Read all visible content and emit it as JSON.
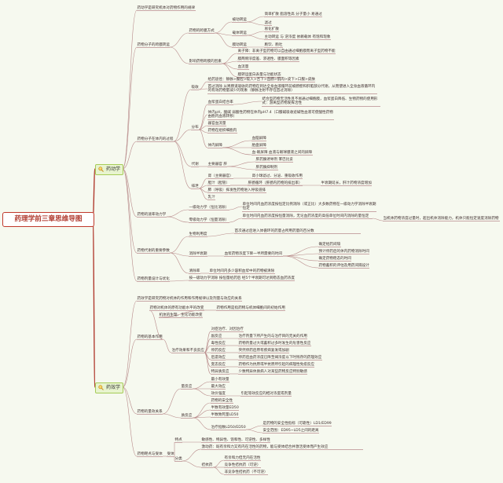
{
  "root": {
    "label": "药理学前三章思维导图"
  },
  "pharmacodynamics": {
    "label": "药动学",
    "nodes": {
      "intro": "药动学是研究机体对药物作用的规律",
      "transmembrane": "药物分子的跨膜转运",
      "tm_ways": "药物的跨膜方式",
      "passive": "被动转运",
      "passive_a": "简单扩散 脂溶性高 分子量小 易通过",
      "passive_b": "滤过",
      "carrier": "载体转运",
      "carrier_a": "易化扩散",
      "carrier_b": "主动转运 与 逆浓度 依赖载体 有饱和现象",
      "membrane_move": "膜动转运",
      "membrane_move_a": "胞饮、胞吐",
      "factors": "影响药物跨膜的因素",
      "factor_1": "离子障：非离子型药物可以自由通过细胞膜而离子型药物不能",
      "factor_2": "膜两侧浓度差、渗透性、膜面积等因素",
      "factor_3": "血流量",
      "factor_4": "膜转运蛋白表量与功能状态",
      "in_vivo": "药物分子在体内的过程",
      "absorption": "吸收",
      "abs_1": "给药途径：静脉>腹腔>吸入>舌下>直肠>肌肉>皮下>口服>皮肤",
      "abs_2": "首过消除 从胃肠道吸收的药物在到达全身血液循环前被肠壁和肝脏部分代谢，从而使进入全身血液循环内的有效药物量减少的现象（静脉注射不存在首过消除）",
      "distribution": "分布",
      "dis_1": "血浆蛋白结合率",
      "dis_1a": "结合型药物无活性且不易通过细胞膜，血浆蛋白降低、生物药物的使用形式：游离型药物发挥活性",
      "dis_2": "体内pH，酸碱 弱酸性药物在体内pH7.4（口服碱吸收迹碱性血液可使酸性药物由胞内血液转移）",
      "dis_3": "器官血流量",
      "dis_4": "药物在组织细胞内",
      "dis_5": "体内屏障",
      "dis_5a": "血脑屏障",
      "dis_5b": "胎盘屏障",
      "dis_5c": "血-眼屏障 血液与眼球膜液之间的屏障",
      "metabolism": "代谢",
      "met_1": "主要器官 肝",
      "met_1a": "肝药酶诱导剂 苯巴比妥",
      "met_1b": "肝药酶抑制剂",
      "excretion": "排泄",
      "exc_1": "肾（主要器官）",
      "exc_1a": "肾小球滤过、分泌、重吸收作用",
      "exc_2": "胆汁（胆管）",
      "exc_2a": "肝肠循环（肝肠内药物的排出率）",
      "exc_2b": "半衰期延长，肝汁药物浓度增加",
      "exc_3": "肺（呼吸）挥发性药物进入呼吸道排",
      "exc_4": "乳汁",
      "kinetics": "药物的速率动力学",
      "first_order": "一级动力学（恒比消除）",
      "first_order_a": "单位时间内血药浓度按恒定比例消除（或正比）大多数药物在一级动力学消除半衰期恒定",
      "zero_order": "零级动力学（恒量消除）",
      "zero_order_a": "单位时间内血药浓度按恒量消除，无论血药浓度的高低单位时间内消除的量恒定",
      "zero_order_b": "当机体药物浓度过量时，超出机体消除能力，机体只能恒定速度消除药物",
      "params": "药物代谢的重要参数",
      "bio": "生物利用度",
      "bio_a": "首次通过后进入体循环的药量占所用药量的百分数",
      "t_half": "消除半衰期",
      "t_half_a": "血浆药物浓度下降一半所需要的时间",
      "t_half_1": "确定给药间隔",
      "t_half_2": "预计停药后的体内药物消除时间",
      "t_half_3": "确定药物稳态的时间",
      "t_half_4": "药物蓄积的评估及用药间隔设计",
      "clearance": "清除率",
      "clearance_a": "单位时间内多少容积血浆中的药物被清除",
      "dose": "药物剂量设计与优化",
      "dose_a": "按一级动力学消除 按恒量给药后 经5个半衰期可达到稳态血药浓度"
    }
  },
  "pharmacokinetics": {
    "label": "药效学",
    "nodes": {
      "intro": "药效学是研究药物对机体的作用和作用规律以及剂量与效应的关系",
      "basic": "药物的基本作用",
      "basic_1": "药物对机体的原有功能水平的改变",
      "basic_1a": "药物作用是指药物与机体细胞间的初始作用",
      "basic_1b": "机体的生理、生化功能改变",
      "therapy": "治疗效果和不良反应",
      "therapy_1": "对症治疗、对因治疗",
      "adverse_1": "副反应",
      "adverse_1a": "治疗剂量下所产生的与治疗目的无关的作用",
      "adverse_2": "毒性反应",
      "adverse_2a": "药物剂量过大或蓄积过多时发生的危害性反应",
      "adverse_3": "停药反应",
      "adverse_3a": "突然停药后原有疾病复发或加剧",
      "adverse_4": "后遗效应",
      "adverse_4a": "停药后血药浓度已降至阈浓度以下时残存的药理效应",
      "adverse_5": "变态反应",
      "adverse_5a": "药物作为抗原或半抗原所引起的病理性免疫反应",
      "adverse_6": "特异质反应",
      "adverse_6a": "少数特异体质病人对某些药物反应特别敏感",
      "dose_effect": "药物的量效关系",
      "graded": "量反应",
      "graded_1": "最小有效量",
      "graded_2": "最大效应",
      "graded_3": "效价强度",
      "graded_3a": "引起等效反应的相对浓度或剂量",
      "quantal": "质反应",
      "quantal_1": "药物的安全性",
      "quantal_2": "半数有效量ED50",
      "quantal_3": "半数致死量LD50",
      "quantal_4": "治疗指数LD50/ED50",
      "quantal_4a": "是药物的安全性指标（可靠性）LD1/ED99",
      "quantal_4b": "安全范围：ED95~LD5之间的距离",
      "target": "药物靶点与受体",
      "receptor": "受体",
      "receptor_1": "特点",
      "receptor_1a": "敏感性、特异性、饱和性、可逆性、多样性",
      "receptor_2": "分类",
      "receptor_2a": "激动药：既有亲和力又有内在活性的药物，能与受体结合并激活受体而产生效应",
      "receptor_2b": "拮抗药",
      "receptor_2c": "有亲和力但无内在活性",
      "receptor_2d": "竞争性拮抗药（可逆）",
      "receptor_2e": "非竞争性拮抗药（不可逆）"
    }
  }
}
